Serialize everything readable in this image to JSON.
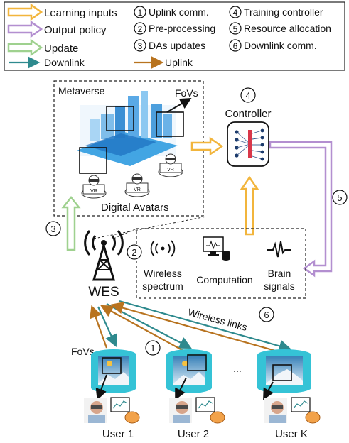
{
  "legend": {
    "learning_inputs": "Learning inputs",
    "output_policy": "Output policy",
    "update": "Update",
    "downlink": "Downlink",
    "uplink": "Uplink",
    "steps": [
      {
        "num": "1",
        "label": "Uplink comm."
      },
      {
        "num": "2",
        "label": "Pre-processing"
      },
      {
        "num": "3",
        "label": "DAs updates"
      },
      {
        "num": "4",
        "label": "Training controller"
      },
      {
        "num": "5",
        "label": "Resource allocation"
      },
      {
        "num": "6",
        "label": "Downlink comm."
      }
    ]
  },
  "metaverse": {
    "title": "Metaverse",
    "fovs": "FoVs",
    "avatars": "Digital Avatars",
    "vr": "VR"
  },
  "controller": {
    "num": "4",
    "label": "Controller"
  },
  "resources": {
    "wireless": [
      "Wireless",
      "spectrum"
    ],
    "computation": "Computation",
    "brain": [
      "Brain",
      "signals"
    ]
  },
  "wes": {
    "label": "WES"
  },
  "links": {
    "wireless_links": "Wireless links"
  },
  "markers": {
    "n1": "1",
    "n2": "2",
    "n3": "3",
    "n5": "5",
    "n6": "6"
  },
  "users": {
    "fovs": "FoVs",
    "ellipsis": "...",
    "labels": [
      "User 1",
      "User 2",
      "User K"
    ]
  },
  "colors": {
    "learning": "#f2b53c",
    "policy": "#b38fd0",
    "update": "#9fd18f",
    "downlink": "#2e8a8e",
    "uplink": "#b8731f",
    "cyan": "#35c3d6"
  }
}
